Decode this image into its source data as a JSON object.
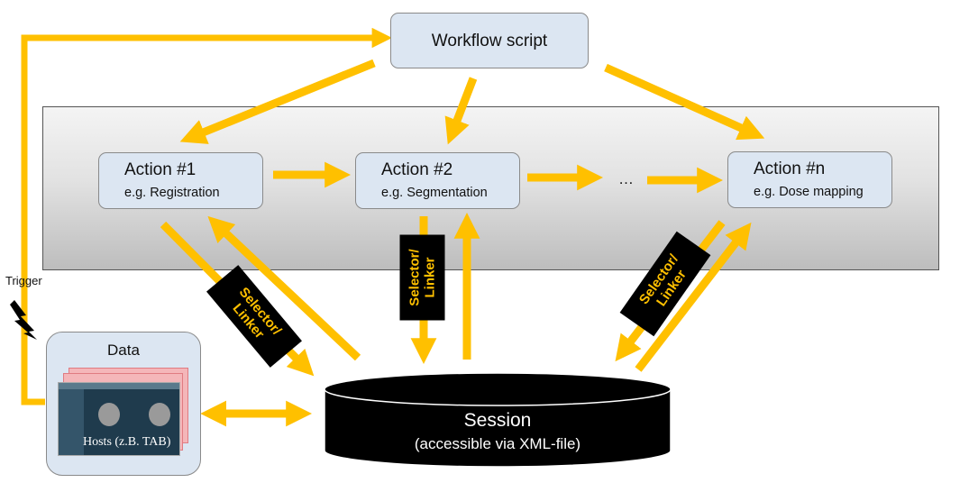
{
  "workflow": {
    "title": "Workflow script"
  },
  "actions": [
    {
      "title": "Action #1",
      "subtitle": "e.g. Registration"
    },
    {
      "title": "Action #2",
      "subtitle": "e.g. Segmentation"
    },
    {
      "title": "Action #n",
      "subtitle": "e.g. Dose mapping"
    }
  ],
  "ellipsis": "…",
  "selector_label": {
    "line1": "Selector/",
    "line2": "Linker"
  },
  "session": {
    "title": "Session",
    "subtitle": "(accessible via XML-file)"
  },
  "data": {
    "title": "Data",
    "hosts_label": "Hosts (z.B. TAB)"
  },
  "trigger_label": "Trigger",
  "colors": {
    "arrow": "#ffc000",
    "box_fill": "#dce6f2",
    "session_fill": "#000000",
    "selector_text": "#ffc000"
  }
}
